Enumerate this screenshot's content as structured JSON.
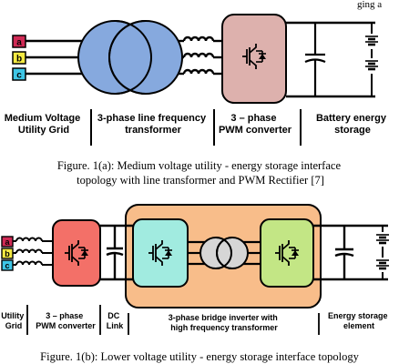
{
  "colors": {
    "phase_a": "#d02a55",
    "phase_b": "#f4ea43",
    "phase_c": "#3ec6e6",
    "transformer_blue": "#86a9de",
    "converter_pink": "#ddb1ad",
    "converter_red": "#f37068",
    "inverter_orange": "#f8bd8a",
    "inverter_cyan": "#a1ebe0",
    "inverter_green": "#c3e685",
    "hf_transformer_grey": "#d6d6d6"
  },
  "top_cutoff_text": "ging a",
  "fig1a": {
    "phases": [
      "a",
      "b",
      "c"
    ],
    "labels": {
      "grid": [
        "Medium Voltage",
        "Utility Grid"
      ],
      "transformer": [
        "3-phase line frequency",
        "transformer"
      ],
      "converter": [
        "3 – phase",
        "PWM converter"
      ],
      "storage": [
        "Battery energy",
        "storage"
      ]
    },
    "caption": [
      "Figure. 1(a): Medium voltage utility - energy storage interface",
      "topology with line transformer and PWM Rectifier [7]"
    ]
  },
  "fig1b": {
    "phases": [
      "a",
      "b",
      "c"
    ],
    "labels": {
      "grid": [
        "Utility",
        "Grid"
      ],
      "converter": [
        "3 – phase",
        "PWM converter"
      ],
      "dc_link": [
        "DC",
        "Link"
      ],
      "bridge": [
        "3-phase bridge inverter with",
        "high frequency transformer"
      ],
      "storage": [
        "Energy storage",
        "element"
      ]
    },
    "caption": [
      "Figure. 1(b): Lower voltage utility - energy storage interface topology"
    ]
  }
}
